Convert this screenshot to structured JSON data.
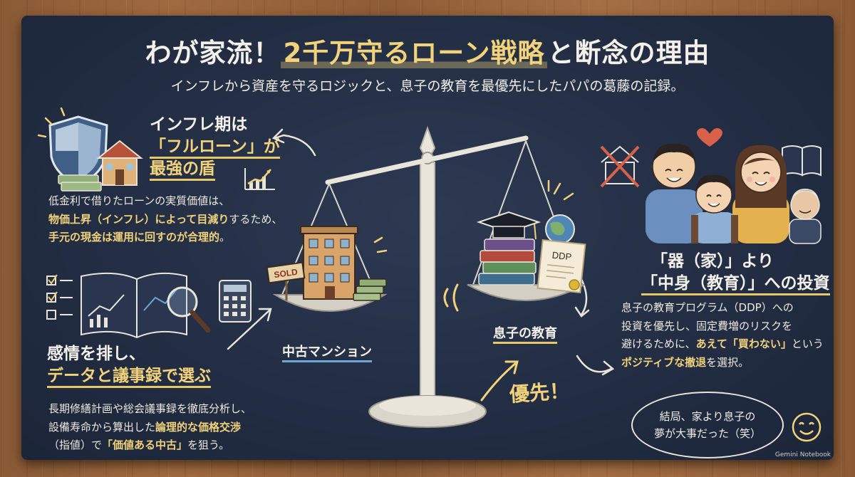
{
  "title": {
    "part1": "わが家流！",
    "highlight": "2千万守るローン戦略",
    "part2": "と断念の理由"
  },
  "subtitle": "インフレから資産を守るロジックと、息子の教育を最優先にしたパパの葛藤の記録。",
  "section_loan": {
    "heading_line1": "インフレ期は",
    "heading_line2": "「フルローン」が",
    "heading_line3": "最強の盾",
    "body_line1": "低金利で借りたローンの実質価値は、",
    "body_line2_gold": "物価上昇（インフレ）によって目減り",
    "body_line2_rest": "するため、",
    "body_line3_gold": "手元の現金は運用に回すのが合理的",
    "body_line3_rest": "。"
  },
  "section_data": {
    "heading_line1": "感情を排し、",
    "heading_line2": "データと議事録で選ぶ",
    "body_line1": "長期修繕計画や総会議事録を徹底分析し、",
    "body_line2_plain": "設備寿命から算出した",
    "body_line2_gold": "論理的な価格交渉",
    "body_line3_a": "（指値）で",
    "body_line3_gold": "「価値ある中古」",
    "body_line3_b": "を狙う。"
  },
  "section_invest": {
    "heading_line1": "「器（家）」より",
    "heading_line2": "「中身（教育）」への投資",
    "body_line1": "息子の教育プログラム（DDP）への",
    "body_line2": "投資を優先し、固定費増のリスクを",
    "body_line3_plain": "避けるために、",
    "body_line3_gold": "あえて「買わない」",
    "body_line3_rest": "という",
    "body_line4_gold": "ポジティブな撤退",
    "body_line4_rest": "を選択。"
  },
  "scale": {
    "left_label": "中古マンション",
    "right_label": "息子の教育",
    "sold_sign": "SOLD",
    "diploma": "DDP",
    "priority": "優先！"
  },
  "bubble": {
    "line1": "結局、家より息子の",
    "line2": "夢が大事だった（笑）"
  },
  "watermark": "Gemini Notebook",
  "colors": {
    "board": "#232e44",
    "accent_gold": "#f2d27a",
    "chalk_white": "#f4f1ea",
    "accent_blue": "#6fa7d6"
  },
  "icons": [
    "shield-icon",
    "house-icon",
    "money-stack-icon",
    "rising-chart-icon",
    "checklist-icon",
    "notebook-icon",
    "magnifier-icon",
    "calculator-icon",
    "balance-scale-icon",
    "apartment-building-icon",
    "graduation-cap-icon",
    "books-icon",
    "globe-icon",
    "diploma-icon",
    "family-illustration",
    "crossed-house-icon",
    "heart-icon",
    "open-book-icon",
    "smiley-icon",
    "arrow-icon"
  ]
}
